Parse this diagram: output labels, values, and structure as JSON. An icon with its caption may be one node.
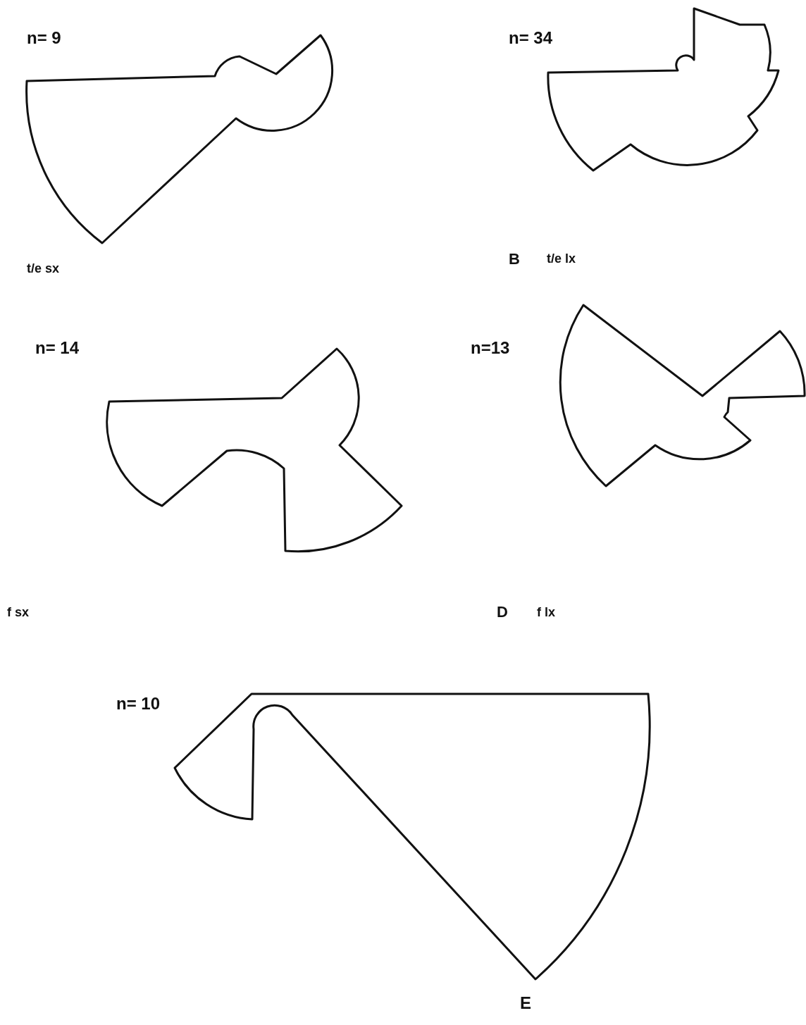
{
  "diagram": {
    "labels": [
      "n= 9",
      "n= 34",
      "t/e sx",
      "B",
      "t/e lx",
      "n= 14",
      "n=13",
      "f sx",
      "D",
      "f lx",
      "n= 10",
      "E"
    ]
  }
}
